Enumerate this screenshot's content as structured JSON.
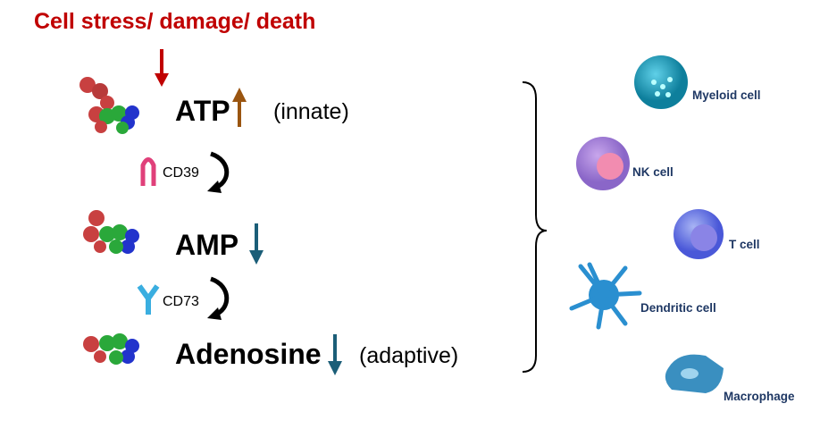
{
  "title": "Cell stress/ damage/ death",
  "pathway": {
    "atp": {
      "label": "ATP",
      "trend": "up",
      "note": "(innate)"
    },
    "cd39": {
      "label": "CD39"
    },
    "amp": {
      "label": "AMP",
      "trend": "down"
    },
    "cd73": {
      "label": "CD73"
    },
    "adenosine": {
      "label": "Adenosine",
      "trend": "down",
      "note": "(adaptive)"
    }
  },
  "cells": [
    {
      "label": "Myeloid cell"
    },
    {
      "label": "NK cell"
    },
    {
      "label": "T cell"
    },
    {
      "label": "Dendritic cell"
    },
    {
      "label": "Macrophage"
    }
  ],
  "colors": {
    "title": "#c00000",
    "up_arrow": "#9a5510",
    "down_arrow": "#1b5e78",
    "cell_label": "#1f3864"
  }
}
